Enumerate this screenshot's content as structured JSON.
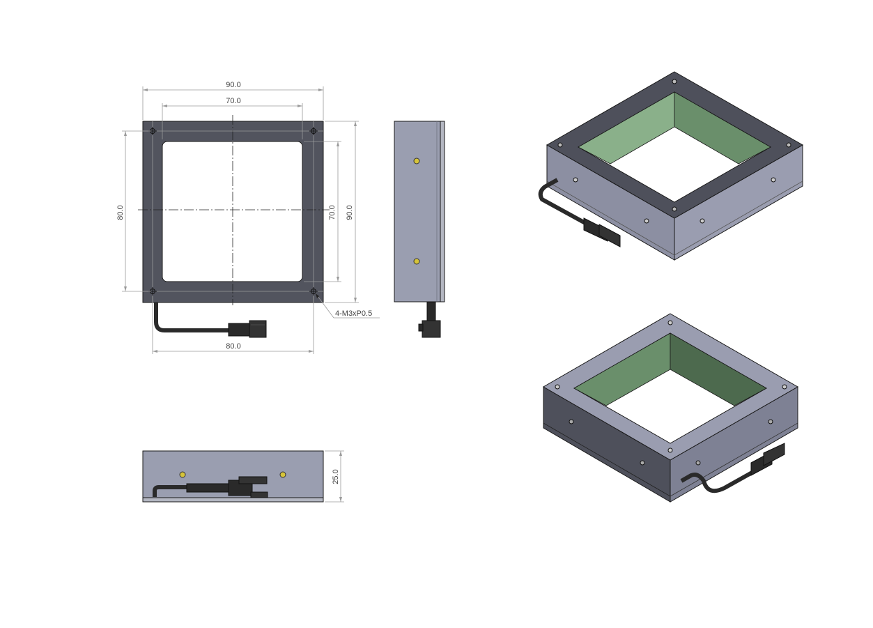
{
  "dimensions": {
    "top_outer_width": "90.0",
    "top_inner_width": "70.0",
    "left_outer_height": "80.0",
    "right_inner_height": "70.0",
    "right_outer_height": "90.0",
    "bottom_hole_spacing": "80.0",
    "thickness": "25.0"
  },
  "callouts": {
    "hole_spec": "4-M3xP0.5"
  },
  "colors": {
    "frame_dark": "#52545e",
    "frame_side": "#9a9eb0",
    "frame_top_iso": "#4e505b",
    "frame_side_iso": "#9a9db0",
    "diffuser_light": "#8ab08a",
    "diffuser_dark": "#6a8f6b",
    "screw": "#d6c43a",
    "cable": "#2a2a2a"
  }
}
